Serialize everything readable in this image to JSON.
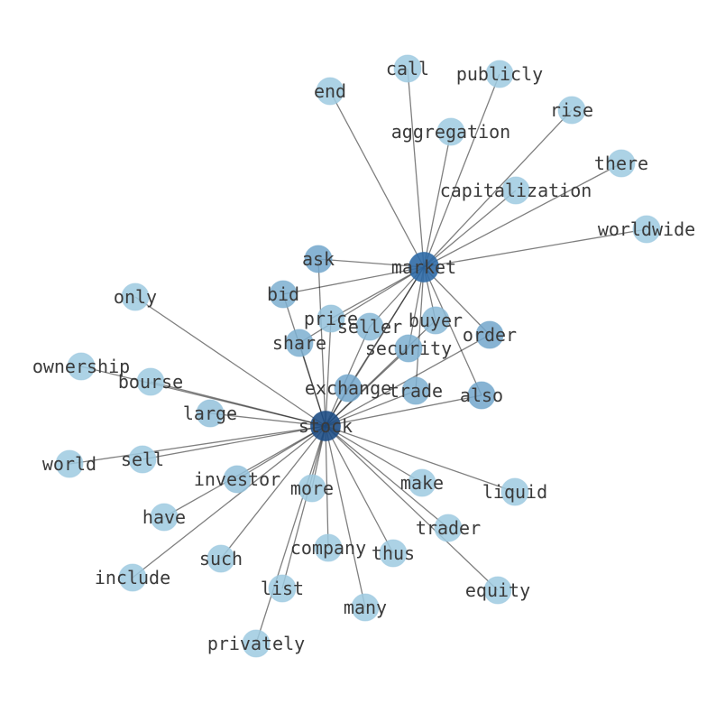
{
  "graph": {
    "hubs": [
      "stock",
      "market"
    ],
    "nodes": [
      {
        "id": "stock",
        "label": "stock",
        "weight": 1.0
      },
      {
        "id": "market",
        "label": "market",
        "weight": 0.85
      },
      {
        "id": "end",
        "label": "end",
        "weight": 0.3
      },
      {
        "id": "call",
        "label": "call",
        "weight": 0.3
      },
      {
        "id": "publicly",
        "label": "publicly",
        "weight": 0.3
      },
      {
        "id": "rise",
        "label": "rise",
        "weight": 0.3
      },
      {
        "id": "aggregation",
        "label": "aggregation",
        "weight": 0.3
      },
      {
        "id": "there",
        "label": "there",
        "weight": 0.3
      },
      {
        "id": "capitalization",
        "label": "capitalization",
        "weight": 0.3
      },
      {
        "id": "worldwide",
        "label": "worldwide",
        "weight": 0.3
      },
      {
        "id": "ask",
        "label": "ask",
        "weight": 0.5
      },
      {
        "id": "bid",
        "label": "bid",
        "weight": 0.45
      },
      {
        "id": "only",
        "label": "only",
        "weight": 0.3
      },
      {
        "id": "price",
        "label": "price",
        "weight": 0.35
      },
      {
        "id": "seller",
        "label": "seller",
        "weight": 0.4
      },
      {
        "id": "buyer",
        "label": "buyer",
        "weight": 0.4
      },
      {
        "id": "share",
        "label": "share",
        "weight": 0.45
      },
      {
        "id": "order",
        "label": "order",
        "weight": 0.5
      },
      {
        "id": "security",
        "label": "security",
        "weight": 0.45
      },
      {
        "id": "ownership",
        "label": "ownership",
        "weight": 0.3
      },
      {
        "id": "bourse",
        "label": "bourse",
        "weight": 0.3
      },
      {
        "id": "exchange",
        "label": "exchange",
        "weight": 0.5
      },
      {
        "id": "trade",
        "label": "trade",
        "weight": 0.45
      },
      {
        "id": "also",
        "label": "also",
        "weight": 0.5
      },
      {
        "id": "large",
        "label": "large",
        "weight": 0.35
      },
      {
        "id": "world",
        "label": "world",
        "weight": 0.3
      },
      {
        "id": "sell",
        "label": "sell",
        "weight": 0.3
      },
      {
        "id": "investor",
        "label": "investor",
        "weight": 0.35
      },
      {
        "id": "more",
        "label": "more",
        "weight": 0.3
      },
      {
        "id": "make",
        "label": "make",
        "weight": 0.3
      },
      {
        "id": "liquid",
        "label": "liquid",
        "weight": 0.3
      },
      {
        "id": "have",
        "label": "have",
        "weight": 0.3
      },
      {
        "id": "trader",
        "label": "trader",
        "weight": 0.3
      },
      {
        "id": "company",
        "label": "company",
        "weight": 0.3
      },
      {
        "id": "thus",
        "label": "thus",
        "weight": 0.3
      },
      {
        "id": "such",
        "label": "such",
        "weight": 0.3
      },
      {
        "id": "include",
        "label": "include",
        "weight": 0.3
      },
      {
        "id": "list",
        "label": "list",
        "weight": 0.3
      },
      {
        "id": "equity",
        "label": "equity",
        "weight": 0.3
      },
      {
        "id": "many",
        "label": "many",
        "weight": 0.3
      },
      {
        "id": "privately",
        "label": "privately",
        "weight": 0.3
      }
    ],
    "edges": [
      [
        "market",
        "end"
      ],
      [
        "market",
        "call"
      ],
      [
        "market",
        "publicly"
      ],
      [
        "market",
        "rise"
      ],
      [
        "market",
        "aggregation"
      ],
      [
        "market",
        "there"
      ],
      [
        "market",
        "capitalization"
      ],
      [
        "market",
        "worldwide"
      ],
      [
        "market",
        "ask"
      ],
      [
        "market",
        "bid"
      ],
      [
        "market",
        "price"
      ],
      [
        "market",
        "seller"
      ],
      [
        "market",
        "buyer"
      ],
      [
        "market",
        "share"
      ],
      [
        "market",
        "order"
      ],
      [
        "market",
        "security"
      ],
      [
        "market",
        "exchange"
      ],
      [
        "market",
        "trade"
      ],
      [
        "market",
        "also"
      ],
      [
        "market",
        "stock"
      ],
      [
        "stock",
        "ask"
      ],
      [
        "stock",
        "bid"
      ],
      [
        "stock",
        "only"
      ],
      [
        "stock",
        "price"
      ],
      [
        "stock",
        "seller"
      ],
      [
        "stock",
        "buyer"
      ],
      [
        "stock",
        "share"
      ],
      [
        "stock",
        "order"
      ],
      [
        "stock",
        "security"
      ],
      [
        "stock",
        "ownership"
      ],
      [
        "stock",
        "bourse"
      ],
      [
        "stock",
        "exchange"
      ],
      [
        "stock",
        "trade"
      ],
      [
        "stock",
        "also"
      ],
      [
        "stock",
        "large"
      ],
      [
        "stock",
        "world"
      ],
      [
        "stock",
        "sell"
      ],
      [
        "stock",
        "investor"
      ],
      [
        "stock",
        "more"
      ],
      [
        "stock",
        "make"
      ],
      [
        "stock",
        "liquid"
      ],
      [
        "stock",
        "have"
      ],
      [
        "stock",
        "trader"
      ],
      [
        "stock",
        "company"
      ],
      [
        "stock",
        "thus"
      ],
      [
        "stock",
        "such"
      ],
      [
        "stock",
        "include"
      ],
      [
        "stock",
        "list"
      ],
      [
        "stock",
        "equity"
      ],
      [
        "stock",
        "many"
      ],
      [
        "stock",
        "privately"
      ]
    ],
    "colors": {
      "light": "#9ecae1",
      "dark": "#08306b"
    }
  }
}
